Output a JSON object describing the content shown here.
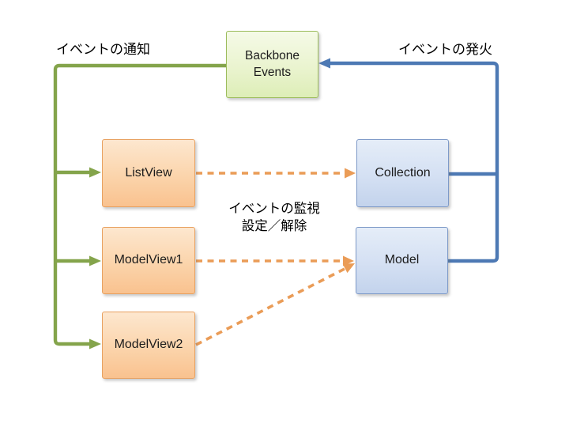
{
  "diagram": {
    "nodes": {
      "backbone": {
        "label": "Backbone Events"
      },
      "listview": {
        "label": "ListView"
      },
      "modelview1": {
        "label": "ModelView1"
      },
      "modelview2": {
        "label": "ModelView2"
      },
      "collection": {
        "label": "Collection"
      },
      "model": {
        "label": "Model"
      }
    },
    "annotations": {
      "notify": "イベントの通知",
      "fire": "イベントの発火",
      "watch_line1": "イベントの監視",
      "watch_line2": "設定／解除"
    },
    "edges": [
      {
        "from": "Backbone Events",
        "to": "ListView",
        "style": "solid",
        "color": "green",
        "meaning": "イベントの通知"
      },
      {
        "from": "Backbone Events",
        "to": "ModelView1",
        "style": "solid",
        "color": "green",
        "meaning": "イベントの通知"
      },
      {
        "from": "Backbone Events",
        "to": "ModelView2",
        "style": "solid",
        "color": "green",
        "meaning": "イベントの通知"
      },
      {
        "from": "Collection",
        "to": "Backbone Events",
        "style": "solid",
        "color": "blue",
        "meaning": "イベントの発火"
      },
      {
        "from": "Model",
        "to": "Backbone Events",
        "style": "solid",
        "color": "blue",
        "meaning": "イベントの発火"
      },
      {
        "from": "ListView",
        "to": "Collection",
        "style": "dashed",
        "color": "orange",
        "meaning": "イベントの監視 設定／解除"
      },
      {
        "from": "ModelView1",
        "to": "Model",
        "style": "dashed",
        "color": "orange",
        "meaning": "イベントの監視 設定／解除"
      },
      {
        "from": "ModelView2",
        "to": "Model",
        "style": "dashed",
        "color": "orange",
        "meaning": "イベントの監視 設定／解除"
      }
    ],
    "colors": {
      "green_line": "#84a44b",
      "blue_line": "#4d79b4",
      "orange_dash": "#ea9c57",
      "green_box_border": "#9cbc5c",
      "green_box_fill_top": "#f5fae7",
      "green_box_fill_bottom": "#ddedb7",
      "orange_box_border": "#e8a160",
      "orange_box_fill_top": "#fde7cf",
      "orange_box_fill_bottom": "#f9c28f",
      "blue_box_border": "#7e9ac8",
      "blue_box_fill_top": "#e5edf8",
      "blue_box_fill_bottom": "#c3d3ec",
      "background": "#ffffff"
    }
  }
}
